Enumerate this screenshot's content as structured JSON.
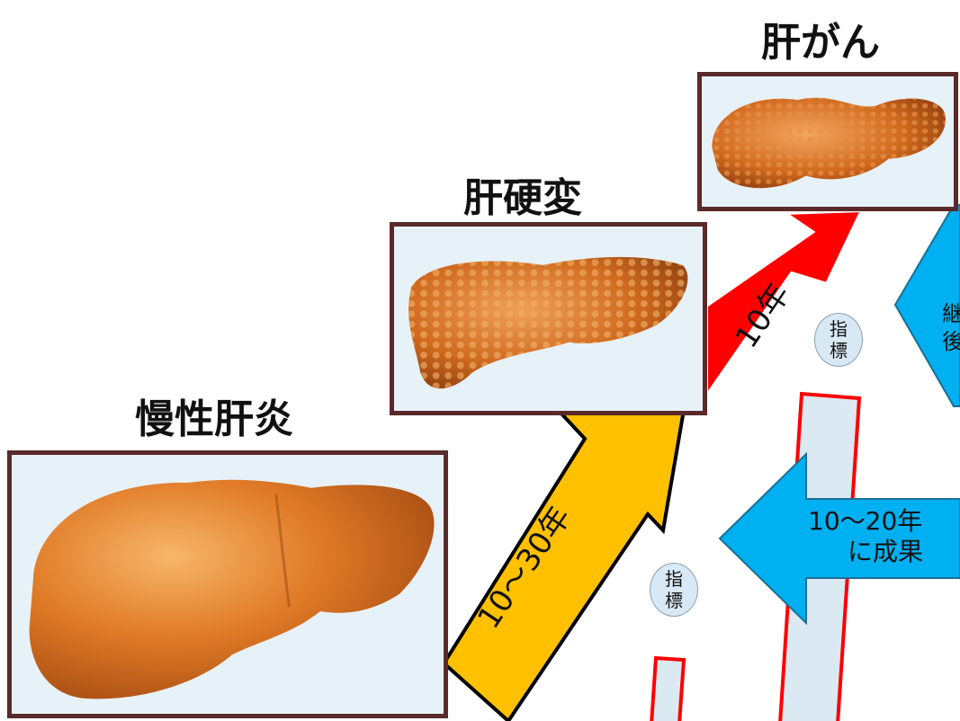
{
  "stages": {
    "chronic_hepatitis": "慢性肝炎",
    "cirrhosis": "肝硬変",
    "liver_cancer": "肝がん"
  },
  "arrows": {
    "to_cirrhosis": "10〜30年",
    "to_cancer": "10年"
  },
  "indicator_label": [
    "指",
    "標"
  ],
  "blue_arrow_text": {
    "line1": "10〜20年",
    "line2": "に成果"
  },
  "cut_text": {
    "upper_blue_a": "継",
    "upper_blue_b": "後"
  },
  "colors": {
    "orange_arrow": "#FFC000",
    "red_arrow": "#FF0000",
    "blue_arrow": "#00B0F0",
    "frame_border": "#5a2a2a",
    "bar_fill": "#dbe9f2",
    "bar_border": "#ff0000"
  }
}
